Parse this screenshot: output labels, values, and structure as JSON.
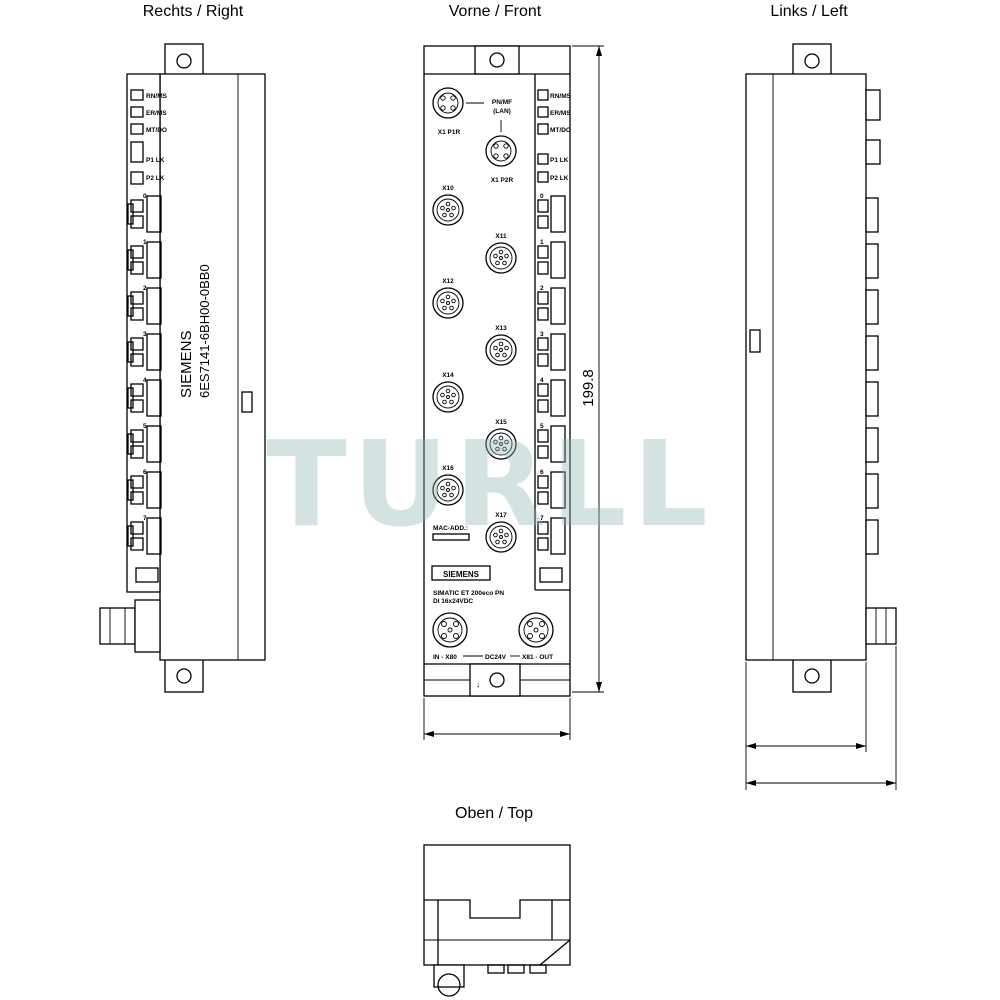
{
  "views": {
    "right": "Rechts / Right",
    "front": "Vorne / Front",
    "left": "Links / Left",
    "top": "Oben / Top"
  },
  "watermark": "TURLL",
  "dimension_height": "199.8",
  "side": {
    "brand": "SIEMENS",
    "order_number": "6ES7141-6BH00-0BB0"
  },
  "front": {
    "pn_label_1": "PN/MF",
    "pn_label_2": "(LAN)",
    "port_p1": "X1 P1R",
    "port_p2": "X1 P2R",
    "connectors": [
      "X10",
      "X11",
      "X12",
      "X13",
      "X14",
      "X15",
      "X16",
      "X17"
    ],
    "mac_label": "MAC-ADD.:",
    "brand": "SIEMENS",
    "product_line1": "SIMATIC ET 200eco PN",
    "product_line2": "DI 16x24VDC",
    "power_in": "IN - X80",
    "power_voltage": "DC24V",
    "power_out": "X81 - OUT"
  },
  "status_leds": [
    "RN/MS",
    "ER/MS",
    "MT/DO",
    "P1 LK",
    "P2 LK"
  ],
  "channel_numbers": [
    "0",
    "1",
    "2",
    "3",
    "4",
    "5",
    "6",
    "7"
  ]
}
